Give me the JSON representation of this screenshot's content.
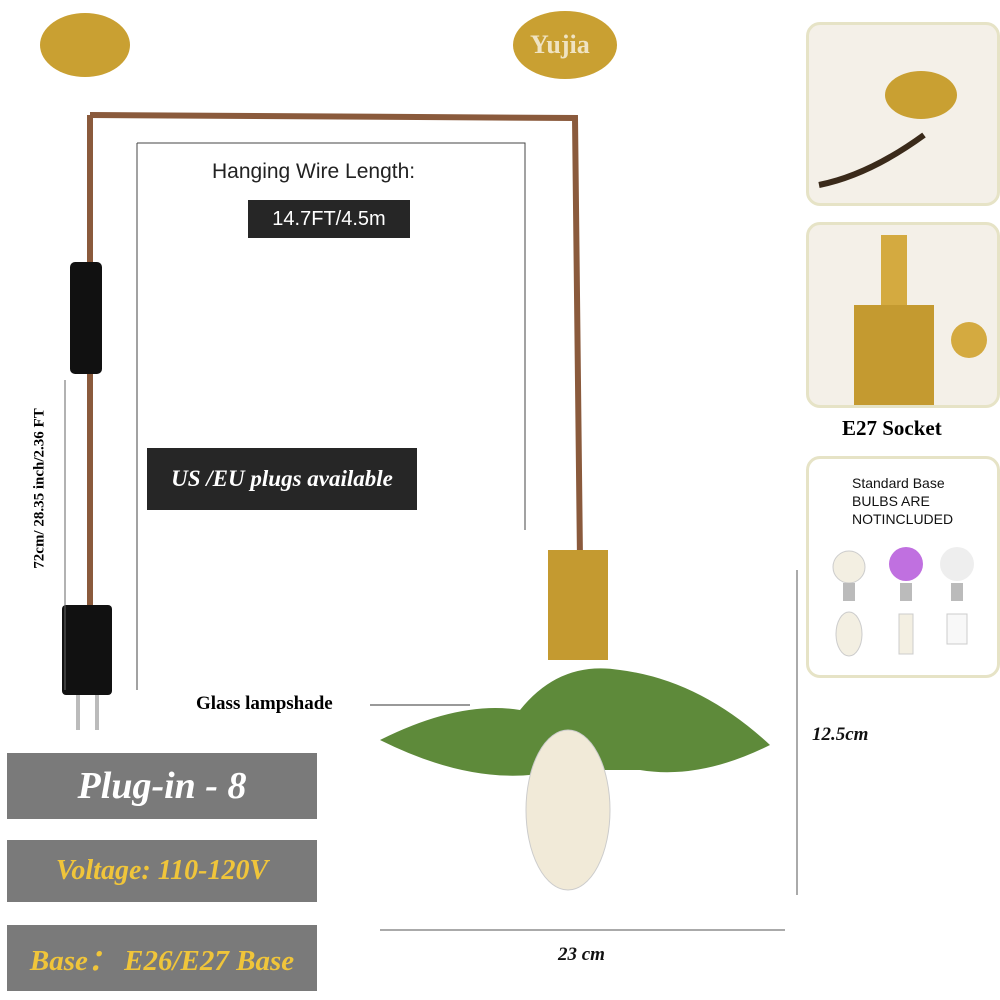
{
  "watermark": "Yujia",
  "wire": {
    "title": "Hanging Wire Length:",
    "value": "14.7FT/4.5m"
  },
  "plug_cord": "72cm/ 28.35 inch/2.36 FT",
  "plugs_banner": "US /EU plugs available",
  "lampshade_label": "Glass lampshade",
  "height_label": "12.5cm",
  "width_label": "23 cm",
  "socket_caption": "E27  Socket",
  "bulbs_note": {
    "line1": "Standard  Base",
    "line2": "BULBS ARE",
    "line3": "NOTINCLUDED"
  },
  "specs": {
    "model": "Plug-in - 8",
    "voltage": "Voltage: 110-120V",
    "base": "Base： E26/E27 Base"
  },
  "colors": {
    "gold": "#f0c53a",
    "glass": "#5e8a3a",
    "cord": "#8a5a3c"
  }
}
